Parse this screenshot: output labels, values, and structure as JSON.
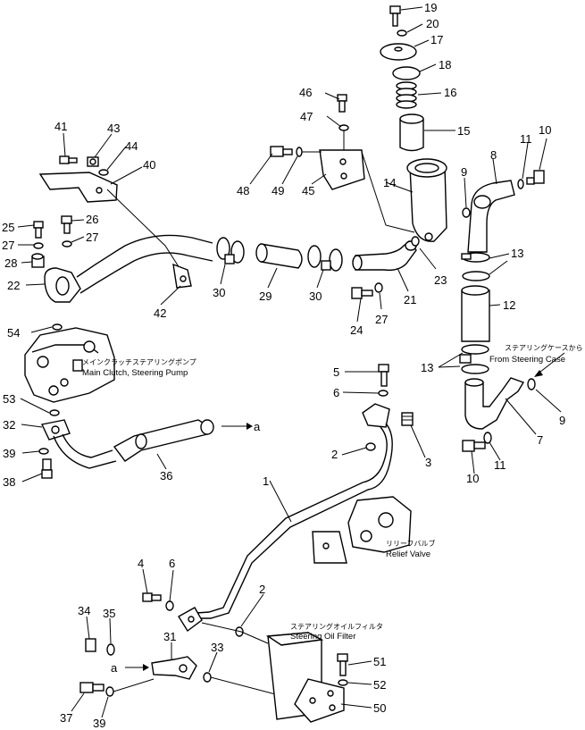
{
  "callouts": [
    {
      "id": "c19",
      "text": "19"
    },
    {
      "id": "c20",
      "text": "20"
    },
    {
      "id": "c17",
      "text": "17"
    },
    {
      "id": "c18",
      "text": "18"
    },
    {
      "id": "c16",
      "text": "16"
    },
    {
      "id": "c15",
      "text": "15"
    },
    {
      "id": "c46",
      "text": "46"
    },
    {
      "id": "c47",
      "text": "47"
    },
    {
      "id": "c41",
      "text": "41"
    },
    {
      "id": "c43",
      "text": "43"
    },
    {
      "id": "c44",
      "text": "44"
    },
    {
      "id": "c40",
      "text": "40"
    },
    {
      "id": "c14",
      "text": "14"
    },
    {
      "id": "c9a",
      "text": "9"
    },
    {
      "id": "c8",
      "text": "8"
    },
    {
      "id": "c11a",
      "text": "11"
    },
    {
      "id": "c10a",
      "text": "10"
    },
    {
      "id": "c48",
      "text": "48"
    },
    {
      "id": "c49",
      "text": "49"
    },
    {
      "id": "c45",
      "text": "45"
    },
    {
      "id": "c25",
      "text": "25"
    },
    {
      "id": "c26",
      "text": "26"
    },
    {
      "id": "c27a",
      "text": "27"
    },
    {
      "id": "c27b",
      "text": "27"
    },
    {
      "id": "c28",
      "text": "28"
    },
    {
      "id": "c22",
      "text": "22"
    },
    {
      "id": "c13a",
      "text": "13"
    },
    {
      "id": "c23",
      "text": "23"
    },
    {
      "id": "c30a",
      "text": "30"
    },
    {
      "id": "c29",
      "text": "29"
    },
    {
      "id": "c30b",
      "text": "30"
    },
    {
      "id": "c21",
      "text": "21"
    },
    {
      "id": "c42",
      "text": "42"
    },
    {
      "id": "c12",
      "text": "12"
    },
    {
      "id": "c24",
      "text": "24"
    },
    {
      "id": "c27c",
      "text": "27"
    },
    {
      "id": "c54",
      "text": "54"
    },
    {
      "id": "c5",
      "text": "5"
    },
    {
      "id": "c13b",
      "text": "13"
    },
    {
      "id": "c6a",
      "text": "6"
    },
    {
      "id": "c9b",
      "text": "9"
    },
    {
      "id": "c53",
      "text": "53"
    },
    {
      "id": "c32",
      "text": "32"
    },
    {
      "id": "c7",
      "text": "7"
    },
    {
      "id": "c39a",
      "text": "39"
    },
    {
      "id": "c2a",
      "text": "2"
    },
    {
      "id": "c3",
      "text": "3"
    },
    {
      "id": "c11b",
      "text": "11"
    },
    {
      "id": "c38",
      "text": "38"
    },
    {
      "id": "c36",
      "text": "36"
    },
    {
      "id": "c10b",
      "text": "10"
    },
    {
      "id": "c1",
      "text": "1"
    },
    {
      "id": "c4",
      "text": "4"
    },
    {
      "id": "c6b",
      "text": "6"
    },
    {
      "id": "c2b",
      "text": "2"
    },
    {
      "id": "c34",
      "text": "34"
    },
    {
      "id": "c35",
      "text": "35"
    },
    {
      "id": "c31",
      "text": "31"
    },
    {
      "id": "c33",
      "text": "33"
    },
    {
      "id": "c51",
      "text": "51"
    },
    {
      "id": "c52",
      "text": "52"
    },
    {
      "id": "c50",
      "text": "50"
    },
    {
      "id": "c37",
      "text": "37"
    },
    {
      "id": "c39b",
      "text": "39"
    }
  ],
  "arrow_markers": {
    "right": "a",
    "left": "a"
  },
  "notes": {
    "pump_jp": "メインクラッチステアリングポンプ",
    "pump_en": "Main Clutch, Steering Pump",
    "steering_case_jp": "ステアリングケースから",
    "steering_case_en": "From Steering Case",
    "relief_jp": "リリーフバルブ",
    "relief_en": "Relief Valve",
    "filter_jp": "ステアリングオイルフィルタ",
    "filter_en": "Steering Oil Filter"
  }
}
